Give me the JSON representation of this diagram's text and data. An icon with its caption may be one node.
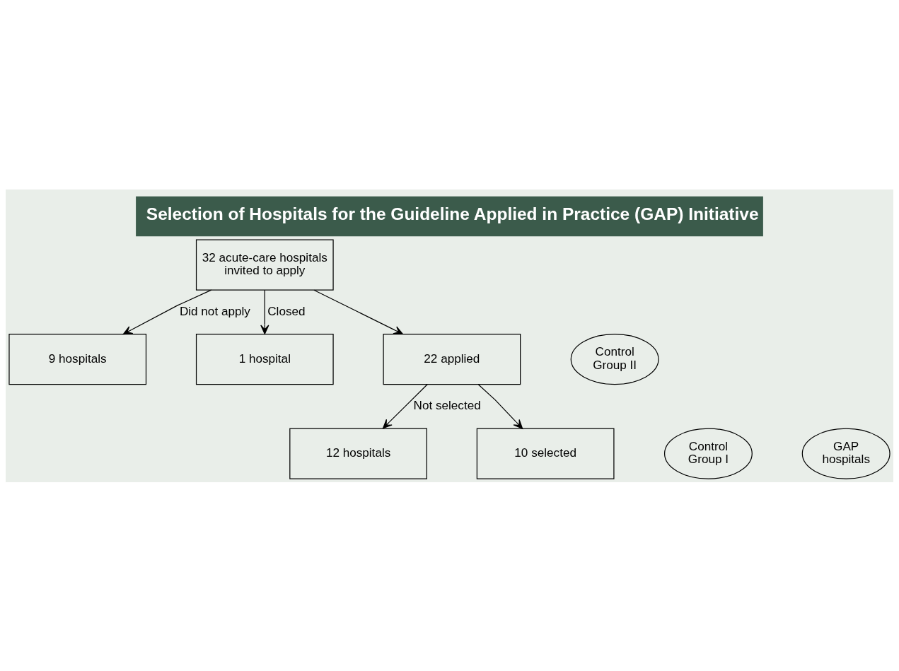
{
  "diagram": {
    "title": "Selection of Hospitals for the Guideline Applied in Practice (GAP) Initiative",
    "nodes": [
      {
        "text": [
          "32 acute-care hospitals invited to apply"
        ]
      },
      {
        "text": [
          "9 hospitals"
        ]
      },
      {
        "text": [
          "Control Group II"
        ]
      },
      {
        "text": [
          "1 hospital"
        ]
      },
      {
        "text": [
          "22 applied"
        ]
      },
      {
        "text": [
          "12 hospitals"
        ]
      },
      {
        "text": [
          "Control Group I"
        ]
      },
      {
        "text": [
          "10 selected"
        ]
      },
      {
        "text": [
          "GAP hospitals"
        ]
      }
    ],
    "edges": [
      {
        "from": 0,
        "to": 1,
        "arrow": "to",
        "label": "Did not apply"
      },
      {
        "from": 0,
        "to": 3,
        "arrow": "to",
        "label": "Closed"
      },
      {
        "from": 0,
        "to": 4,
        "arrow": "to"
      },
      {
        "from": 4,
        "to": 5,
        "arrow": "to",
        "label": "Not selected"
      },
      {
        "from": 4,
        "to": 7,
        "arrow": "to"
      }
    ]
  }
}
